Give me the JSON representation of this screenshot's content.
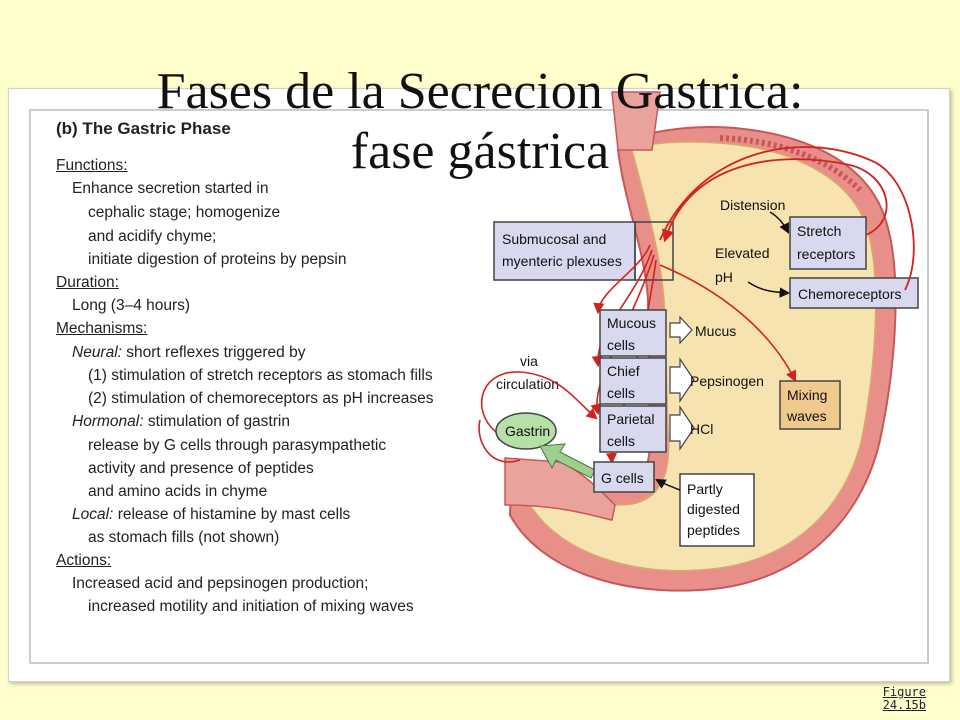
{
  "title": {
    "line1": "Fases de la Secrecion Gastrica:",
    "line2": "fase gástrica"
  },
  "figure_ref": {
    "line1": "Figure",
    "line2": "24.15b"
  },
  "left": {
    "heading": "(b) The Gastric Phase",
    "functions_label": "Functions",
    "functions_text": [
      "Enhance secretion started in",
      "cephalic stage; homogenize",
      "and acidify chyme;",
      "initiate digestion of proteins by pepsin"
    ],
    "duration_label": "Duration",
    "duration_text": "Long (3–4 hours)",
    "mechanisms_label": "Mechanisms",
    "neural_label": "Neural:",
    "neural_text": "short reflexes triggered by",
    "neural_items": [
      "(1) stimulation of stretch receptors as stomach fills",
      "(2) stimulation of chemoreceptors as pH increases"
    ],
    "hormonal_label": "Hormonal:",
    "hormonal_text": [
      "stimulation of gastrin",
      "release by G cells through parasympathetic",
      "activity and presence of peptides",
      "and amino acids in chyme"
    ],
    "local_label": "Local:",
    "local_text": [
      "release of histamine by mast cells",
      "as stomach fills (not shown)"
    ],
    "actions_label": "Actions",
    "actions_text": [
      "Increased acid and pepsinogen production;",
      "increased motility and initiation of mixing waves"
    ]
  },
  "diagram": {
    "submucosal": [
      "Submucosal and",
      "myenteric plexuses"
    ],
    "distension": "Distension",
    "stretch": [
      "Stretch",
      "receptors"
    ],
    "elevated_ph": [
      "Elevated",
      "pH"
    ],
    "chemoreceptors": "Chemoreceptors",
    "mucous": [
      "Mucous",
      "cells"
    ],
    "mucus": "Mucus",
    "chief": [
      "Chief",
      "cells"
    ],
    "pepsinogen": "Pepsinogen",
    "parietal": [
      "Parietal",
      "cells"
    ],
    "hcl": "HCl",
    "mixing": [
      "Mixing",
      "waves"
    ],
    "via": [
      "via",
      "circulation"
    ],
    "gastrin": "Gastrin",
    "gcells": "G cells",
    "partly": [
      "Partly",
      "digested",
      "peptides"
    ]
  },
  "colors": {
    "background": "#ffffcc",
    "stomach": "#f7e3b0",
    "wall": "#e88f8a",
    "box": "#d8d8ee",
    "mixing_box": "#f2c98c",
    "gastrin": "#b7dfa8",
    "arrow": "#d2221e"
  }
}
